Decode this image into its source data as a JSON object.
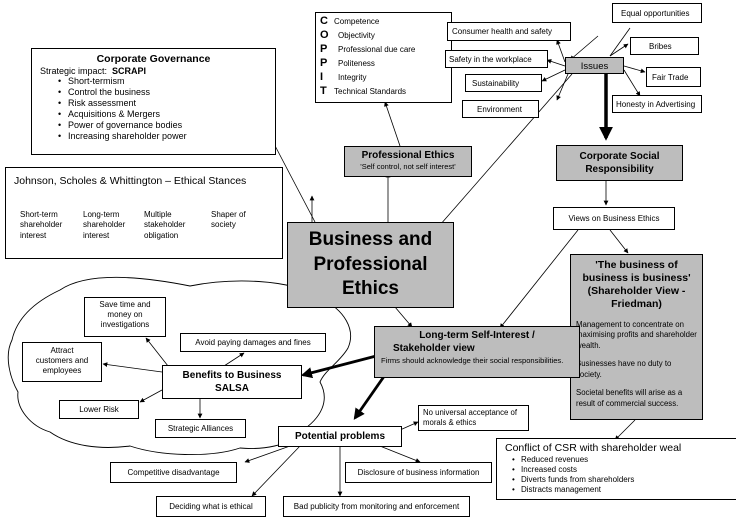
{
  "central": {
    "line1": "Business and",
    "line2": "Professional",
    "line3": "Ethics"
  },
  "corporate_governance": {
    "title": "Corporate Governance",
    "impact_label": "Strategic impact:",
    "impact_acronym": "SCRAPI",
    "items": [
      "Short-termism",
      "Control the business",
      "Risk assessment",
      "Acquisitions & Mergers",
      "Power of governance bodies",
      "Increasing shareholder power"
    ]
  },
  "copit": {
    "letters": [
      "C",
      "O",
      "P",
      "P",
      "I",
      "T"
    ],
    "words": [
      "Competence",
      "Objectivity",
      "Professional due care",
      "Politeness",
      "Integrity",
      "Technical Standards"
    ]
  },
  "professional_ethics": {
    "title": "Professional Ethics",
    "subtitle": "'Self control, not self interest'"
  },
  "issues": {
    "label": "Issues",
    "items": [
      "Consumer health and safety",
      "Safety in the workplace",
      "Sustainability",
      "Environment",
      "Equal opportunities",
      "Bribes",
      "Fair Trade",
      "Honesty in Advertising"
    ]
  },
  "csr": {
    "line1": "Corporate Social",
    "line2": "Responsibility"
  },
  "views": {
    "label": "Views on Business Ethics"
  },
  "stances": {
    "title": "Johnson, Scholes & Whittington – Ethical Stances",
    "items": [
      {
        "l1": "Short-term",
        "l2": "shareholder",
        "l3": "interest"
      },
      {
        "l1": "Long-term",
        "l2": "shareholder",
        "l3": "interest"
      },
      {
        "l1": "Multiple",
        "l2": "stakeholder",
        "l3": "obligation"
      },
      {
        "l1": "Shaper of",
        "l2": "society",
        "l3": ""
      }
    ]
  },
  "friedman": {
    "t1": "'The business of",
    "t2": "business is business'",
    "t3": "(Shareholder View -",
    "t4": "Friedman)",
    "p1": "Management to concentrate on maximising profits and shareholder wealth.",
    "p2": "Businesses have no duty to society.",
    "p3": "Societal benefits will arise as a result of commercial success."
  },
  "long_term": {
    "t1": "Long-term Self-Interest /",
    "t2": "Stakeholder view",
    "body": "Firms should acknowledge their social responsibilities."
  },
  "benefits": {
    "t1": "Benefits to Business",
    "t2": "SALSA",
    "save_time": {
      "l1": "Save time and",
      "l2": "money on",
      "l3": "investigations"
    },
    "avoid_damages": "Avoid paying damages and fines",
    "attract": {
      "l1": "Attract",
      "l2": "customers and",
      "l3": "employees"
    },
    "lower_risk": "Lower Risk",
    "strategic_alliances": "Strategic Alliances"
  },
  "potential_problems": {
    "label": "Potential problems",
    "no_universal": {
      "l1": "No universal acceptance of",
      "l2": "morals & ethics"
    },
    "competitive": "Competitive disadvantage",
    "disclosure": "Disclosure of business information",
    "deciding": "Deciding what is ethical",
    "bad_publicity": "Bad publicity from monitoring and enforcement"
  },
  "conflict": {
    "title": "Conflict of CSR with shareholder weal",
    "items": [
      "Reduced revenues",
      "Increased costs",
      "Diverts funds from shareholders",
      "Distracts management"
    ]
  }
}
